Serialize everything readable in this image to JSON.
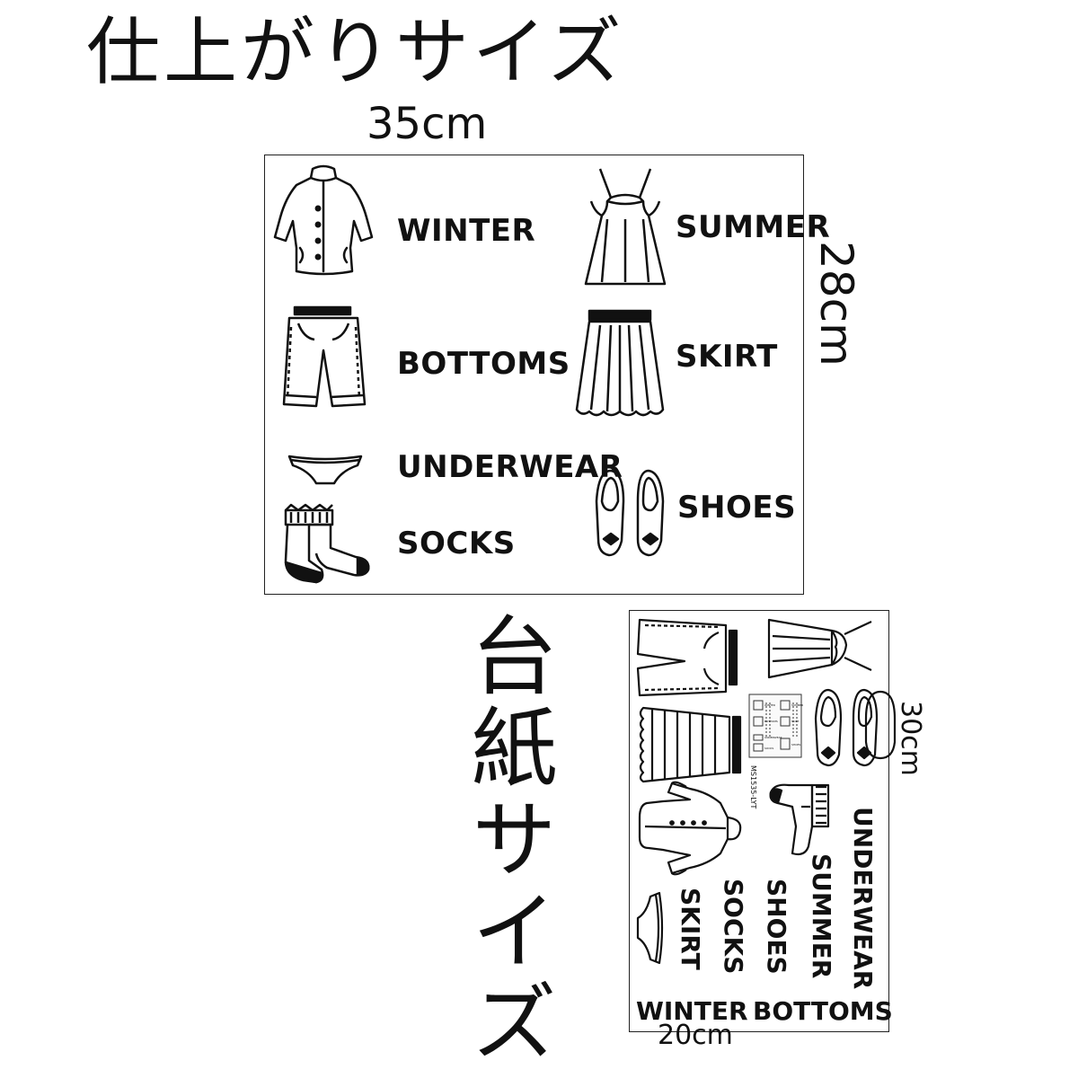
{
  "heading": {
    "finished_size": "仕上がりサイズ",
    "sheet_size": "台紙サイズ"
  },
  "finished": {
    "width_label": "35cm",
    "height_label": "28cm",
    "labels": {
      "winter": "WINTER",
      "summer": "SUMMER",
      "bottoms": "BOTTOMS",
      "skirt": "SKIRT",
      "underwear": "UNDERWEAR",
      "socks": "SOCKS",
      "shoes": "SHOES"
    }
  },
  "sheet": {
    "width_label": "20cm",
    "height_label": "30cm",
    "code": "MS1535-LYT",
    "labels": {
      "underwear": "UNDERWEAR",
      "summer": "SUMMER",
      "shoes": "SHOES",
      "socks": "SOCKS",
      "skirt": "SKIRT",
      "winter": "WINTER",
      "bottoms": "BOTTOMS"
    },
    "preview_labels": [
      "WINTER",
      "SUMMER",
      "BOTTOMS",
      "SKIRT",
      "UNDERWEAR",
      "SOCKS",
      "SHOES"
    ]
  }
}
